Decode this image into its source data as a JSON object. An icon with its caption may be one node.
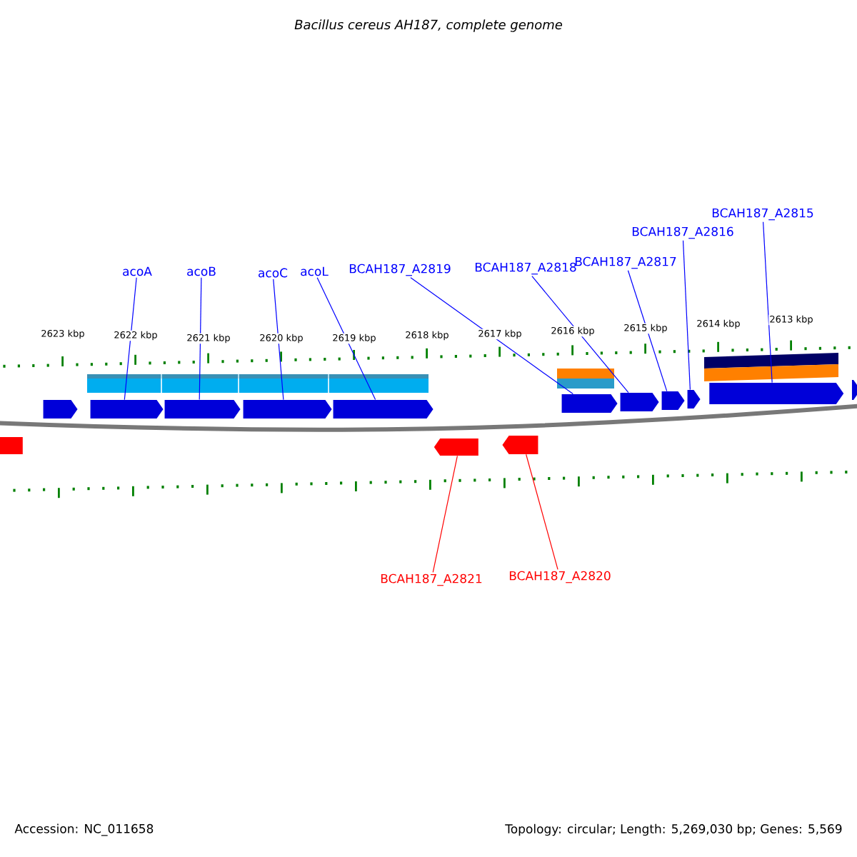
{
  "diagram": {
    "title": "Bacillus cereus AH187, complete genome",
    "nodes": [
      {
        "text": [
          "acoA"
        ]
      },
      {
        "text": [
          "acoB"
        ]
      },
      {
        "text": [
          "acoC"
        ]
      },
      {
        "text": [
          "acoL"
        ]
      },
      {
        "text": [
          "BCAH187_A2819"
        ]
      },
      {
        "text": [
          "BCAH187_A2818"
        ]
      },
      {
        "text": [
          "BCAH187_A2817"
        ]
      },
      {
        "text": [
          "BCAH187_A2816"
        ]
      },
      {
        "text": [
          "BCAH187_A2815"
        ]
      },
      {
        "text": [
          "BCAH187_A2821"
        ]
      },
      {
        "text": [
          "BCAH187_A2820"
        ]
      },
      {
        "text": [],
        "shape": "bar"
      },
      {
        "text": [],
        "shape": "bar"
      },
      {
        "text": [],
        "shape": "bar"
      },
      {
        "text": [],
        "shape": "bar"
      },
      {
        "text": [],
        "shape": "bar"
      },
      {
        "text": [],
        "shape": "bar"
      },
      {
        "text": [],
        "shape": "bar"
      },
      {
        "text": [],
        "shape": "bar"
      },
      {
        "text": [],
        "shape": "bar"
      },
      {
        "text": [],
        "shape": "bar"
      },
      {
        "text": [],
        "shape": "bar"
      },
      {
        "text": [],
        "shape": "bar"
      },
      {
        "text": [],
        "shape": "bar"
      },
      {
        "text": [],
        "shape": "bar"
      }
    ],
    "edges": [
      {
        "from": 0,
        "to": 11,
        "arrow": "none"
      },
      {
        "from": 1,
        "to": 12,
        "arrow": "none"
      },
      {
        "from": 2,
        "to": 13,
        "arrow": "none"
      },
      {
        "from": 3,
        "to": 14,
        "arrow": "none"
      },
      {
        "from": 4,
        "to": 17,
        "arrow": "none"
      },
      {
        "from": 5,
        "to": 18,
        "arrow": "none"
      },
      {
        "from": 6,
        "to": 19,
        "arrow": "none"
      },
      {
        "from": 7,
        "to": 20,
        "arrow": "none"
      },
      {
        "from": 8,
        "to": 21,
        "arrow": "none"
      },
      {
        "from": 9,
        "to": 15,
        "arrow": "none",
        "color": "#ff0000"
      },
      {
        "from": 10,
        "to": 16,
        "arrow": "none",
        "color": "#ff0000"
      }
    ],
    "labels": [
      "2623 kbp",
      "2622 kbp",
      "2621 kbp",
      "2620 kbp",
      "2619 kbp",
      "2618 kbp",
      "2617 kbp",
      "2616 kbp",
      "2615 kbp",
      "2614 kbp",
      "2613 kbp",
      "Accession: NC_011658",
      "Topology: circular; Length: 5,269,030 bp; Genes: 5,569"
    ]
  }
}
